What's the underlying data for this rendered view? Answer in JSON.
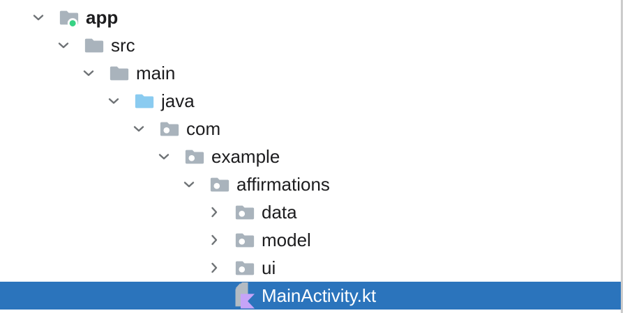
{
  "tree": {
    "items": [
      {
        "label": "app",
        "type": "module-folder",
        "state": "expanded",
        "bold": true,
        "level": 0
      },
      {
        "label": "src",
        "type": "folder",
        "state": "expanded",
        "bold": false,
        "level": 1
      },
      {
        "label": "main",
        "type": "folder",
        "state": "expanded",
        "bold": false,
        "level": 2
      },
      {
        "label": "java",
        "type": "source-folder",
        "state": "expanded",
        "bold": false,
        "level": 3
      },
      {
        "label": "com",
        "type": "package",
        "state": "expanded",
        "bold": false,
        "level": 4
      },
      {
        "label": "example",
        "type": "package",
        "state": "expanded",
        "bold": false,
        "level": 5
      },
      {
        "label": "affirmations",
        "type": "package",
        "state": "expanded",
        "bold": false,
        "level": 6
      },
      {
        "label": "data",
        "type": "package",
        "state": "collapsed",
        "bold": false,
        "level": 7
      },
      {
        "label": "model",
        "type": "package",
        "state": "collapsed",
        "bold": false,
        "level": 7
      },
      {
        "label": "ui",
        "type": "package",
        "state": "collapsed",
        "bold": false,
        "level": 7
      },
      {
        "label": "MainActivity.kt",
        "type": "kotlin-file",
        "state": "selected",
        "bold": false,
        "level": 7
      }
    ]
  },
  "icons": {
    "chevron_expanded": "chevron-down-icon",
    "chevron_collapsed": "chevron-right-icon",
    "module": "module-folder-icon",
    "folder": "folder-icon",
    "source_folder": "source-folder-icon",
    "package": "package-icon",
    "kotlin": "kotlin-file-icon"
  },
  "colors": {
    "background": "#ffffff",
    "text": "#1c1c1e",
    "selected_text": "#ffffff",
    "selection_blue": "#2b74bc",
    "chevron_gray": "#6e7275",
    "folder_gray": "#a9b3bc",
    "source_folder_blue": "#8acbf0",
    "module_badge_green": "#37d284",
    "kotlin_icon_gray": "#b3bbc3",
    "kotlin_icon_purple": "#c6a4f8",
    "panel_border": "#cbcbcb"
  }
}
